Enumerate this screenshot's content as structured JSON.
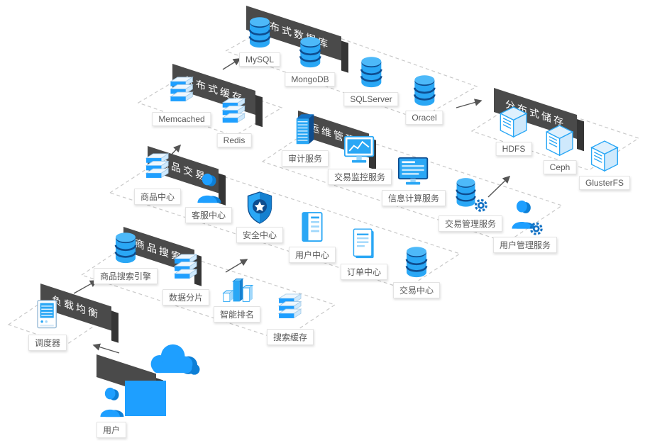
{
  "layers": [
    {
      "banner": "分布式数据库",
      "items": [
        {
          "label": "MySQL",
          "icon": "database-icon"
        },
        {
          "label": "MongoDB",
          "icon": "database-icon"
        },
        {
          "label": "SQLServer",
          "icon": "database-icon"
        },
        {
          "label": "Oracel",
          "icon": "database-icon"
        }
      ]
    },
    {
      "banner": "分布式缓存",
      "items": [
        {
          "label": "Memcached",
          "icon": "server-stack-icon"
        },
        {
          "label": "Redis",
          "icon": "server-stack-icon"
        }
      ]
    },
    {
      "banner": "分布式储存",
      "items": [
        {
          "label": "HDFS",
          "icon": "storage-cube-icon"
        },
        {
          "label": "Ceph",
          "icon": "storage-cube-icon"
        },
        {
          "label": "GlusterFS",
          "icon": "storage-cube-icon"
        }
      ]
    },
    {
      "banner": "运维管理",
      "items": [
        {
          "label": "审计服务",
          "icon": "server-rack-icon"
        },
        {
          "label": "交易监控服务",
          "icon": "monitor-chart-icon"
        },
        {
          "label": "信息计算服务",
          "icon": "monitor-screen-icon"
        },
        {
          "label": "交易管理服务",
          "icon": "database-gear-icon"
        },
        {
          "label": "用户管理服务",
          "icon": "user-gear-icon"
        }
      ]
    },
    {
      "banner": "商品交易",
      "items": [
        {
          "label": "商品中心",
          "icon": "server-stack-icon"
        },
        {
          "label": "客服中心",
          "icon": "user-icon"
        },
        {
          "label": "安全中心",
          "icon": "shield-star-icon"
        },
        {
          "label": "用户中心",
          "icon": "id-card-icon"
        },
        {
          "label": "订单中心",
          "icon": "document-icon"
        },
        {
          "label": "交易中心",
          "icon": "database-icon"
        }
      ]
    },
    {
      "banner": "商品搜索",
      "items": [
        {
          "label": "商品搜索引擎",
          "icon": "database-icon"
        },
        {
          "label": "数据分片",
          "icon": "server-stack-icon"
        },
        {
          "label": "智能排名",
          "icon": "bar-chart-icon"
        },
        {
          "label": "搜索缓存",
          "icon": "server-stack-icon"
        }
      ]
    },
    {
      "banner": "负载均衡",
      "items": [
        {
          "label": "调度器",
          "icon": "scheduler-icon"
        }
      ]
    }
  ],
  "user": {
    "label": "用户",
    "icon": "user-icon",
    "cloud": "cloud-icon"
  },
  "colors": {
    "primary_blue": "#1e9fff",
    "dark_navy": "#0e4d8f",
    "banner_gray": "#4a4a4a",
    "arrow_gray": "#555555",
    "platform_dash_gray": "#c9c9c9"
  }
}
